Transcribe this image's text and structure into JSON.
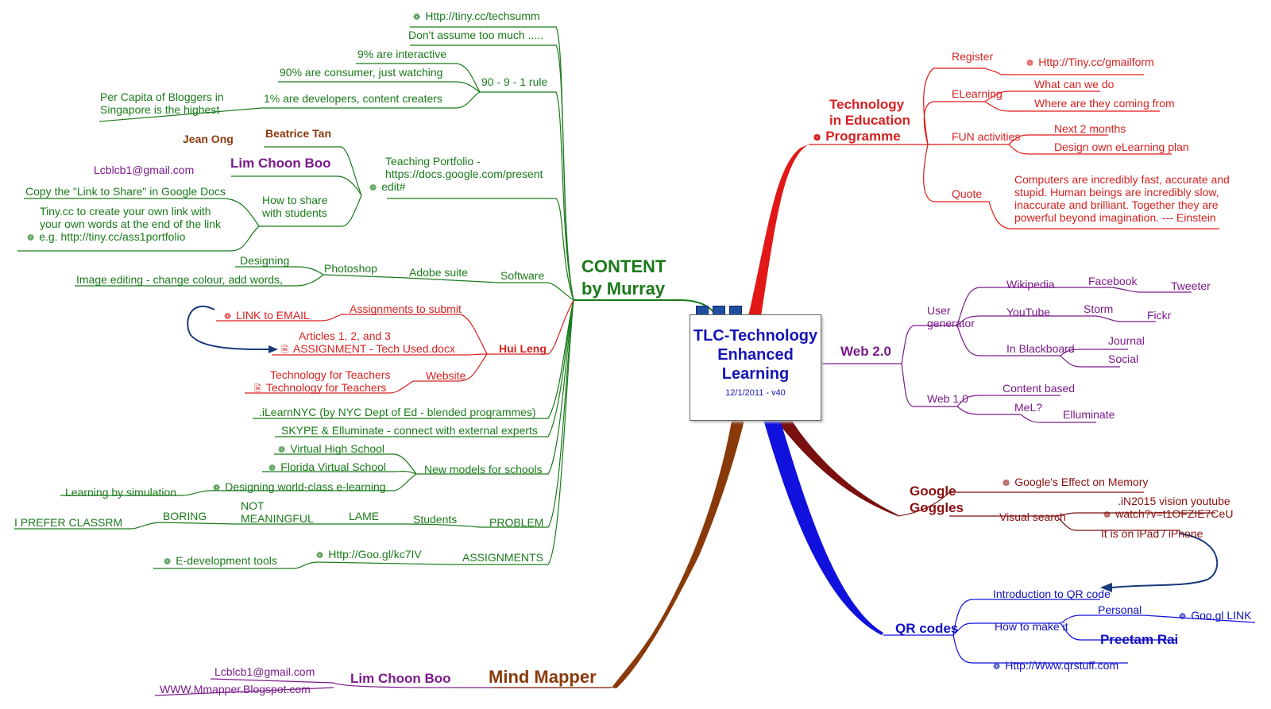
{
  "center": {
    "title_lines": [
      "TLC-Technology",
      "Enhanced",
      "Learning"
    ],
    "date": "12/1/2011 - v40"
  },
  "content": {
    "title_lines": [
      "CONTENT",
      "by Murray"
    ],
    "tiny_link": "Http://tiny.cc/techsumm",
    "dont_assume": "Don't assume too much .....",
    "rule": "90 - 9 - 1 rule",
    "interactive": "9% are interactive",
    "consumer": "90% are consumer, just watching",
    "developers": "1% are developers, content creaters",
    "bloggers_lines": [
      "Per Capita of Bloggers in",
      "Singapore is the highest"
    ],
    "beatrice": "Beatrice Tan",
    "jean": "Jean Ong",
    "lim": "Lim Choon Boo",
    "email": "Lcblcb1@gmail.com",
    "portfolio_lines": [
      "Teaching Portfolio -",
      "https://docs.google.com/present",
      "edit#"
    ],
    "howshare_lines": [
      "How to share",
      "with students"
    ],
    "copy_link": "Copy the \"Link to Share\" in Google Docs",
    "tinycc_lines": [
      "Tiny.cc to create your own link with",
      "your own words at the end of the link",
      "e.g. http://tiny.cc/ass1portfolio"
    ],
    "software": "Software",
    "adobe": "Adobe suite",
    "photoshop": "Photoshop",
    "designing": "Designing",
    "image_editing": "Image editing - change colour, add words,",
    "hui_leng": "Hui Leng",
    "assignments_submit": "Assignments to submit",
    "link_email": "LINK to EMAIL",
    "articles_lines": [
      "Articles 1, 2, and 3",
      "ASSIGNMENT - Tech Used.docx"
    ],
    "website": "Website",
    "tech_teachers_lines": [
      "Technology for Teachers",
      "Technology for Teachers"
    ],
    "ilearn": ".iLearnNYC (by NYC Dept of Ed - blended programmes)",
    "skype": "SKYPE & Elluminate - connect with external experts",
    "new_models": "New models for schools",
    "vhs": "Virtual High School",
    "fvs": "Florida Virtual School",
    "designing_wc": "Designing world-class e-learning",
    "learning_sim": "Learning by simulation",
    "problem": "PROBLEM",
    "students": "Students",
    "lame": "LAME",
    "not_meaningful_lines": [
      "NOT",
      "MEANINGFUL"
    ],
    "boring": "BORING",
    "prefer": "I PREFER CLASSRM",
    "assignments": "ASSIGNMENTS",
    "goo_link": "Http://Goo.gl/kc7IV",
    "edev": "E-development tools"
  },
  "tep": {
    "title_lines": [
      "Technology",
      "in Education",
      "Programme"
    ],
    "register": "Register",
    "gmailform": "Http://Tiny.cc/gmailform",
    "elearning": "ELearning",
    "what_can": "What can we do",
    "where_from": "Where are they coming from",
    "fun": "FUN activities",
    "next2": "Next 2 months",
    "design_own": "Design own eLearning plan",
    "quote": "Quote",
    "quote_lines": [
      "Computers are incredibly fast, accurate and",
      "stupid. Human beings are incredibly slow,",
      "inaccurate and brilliant. Together they are",
      "powerful beyond imagination. --- Einstein"
    ]
  },
  "web2": {
    "title": "Web 2.0",
    "user_gen_lines": [
      "User",
      "generator"
    ],
    "wikipedia": "Wikipedia",
    "facebook": "Facebook",
    "tweeter": "Tweeter",
    "youtube": "YouTube",
    "storm": "Storm",
    "fickr": "Fickr",
    "blackboard": "In Blackboard",
    "journal": "Journal",
    "social": "Social",
    "web1": "Web 1.0",
    "content_based": "Content based",
    "mel": "MeL?",
    "elluminate": "Elluminate"
  },
  "goggles": {
    "title_lines": [
      "Google",
      "Goggles"
    ],
    "effect": "Google's Effect on Memory",
    "visual": "Visual search",
    "yt_lines": [
      ".iN2015 vision youtube",
      "watch?v=t1OFZIE7CeU"
    ],
    "ipad": "It is on iPad / iPhone"
  },
  "qr": {
    "title": "QR codes",
    "intro": "Introduction to  QR code",
    "how": "How to make it",
    "personal": "Personal",
    "googl": "Goo.gl LINK",
    "preetam": "Preetam Rai",
    "qrstuff": "Http://Www.qrstuff.com"
  },
  "mm": {
    "title": "Mind Mapper",
    "lim": "Lim Choon Boo",
    "email": "Lcblcb1@gmail.com",
    "blog": "WWW.Mmapper.Blogspot.com"
  },
  "colors": {
    "content": "#1a7a1a",
    "tep": "#e21818",
    "web2": "#7a1a8a",
    "goggles": "#7a0f0f",
    "qr": "#1111dd",
    "mm": "#8a3a0a"
  },
  "icons": {
    "link": "web-link-icon",
    "doc": "document-icon",
    "center": "books-icon"
  }
}
